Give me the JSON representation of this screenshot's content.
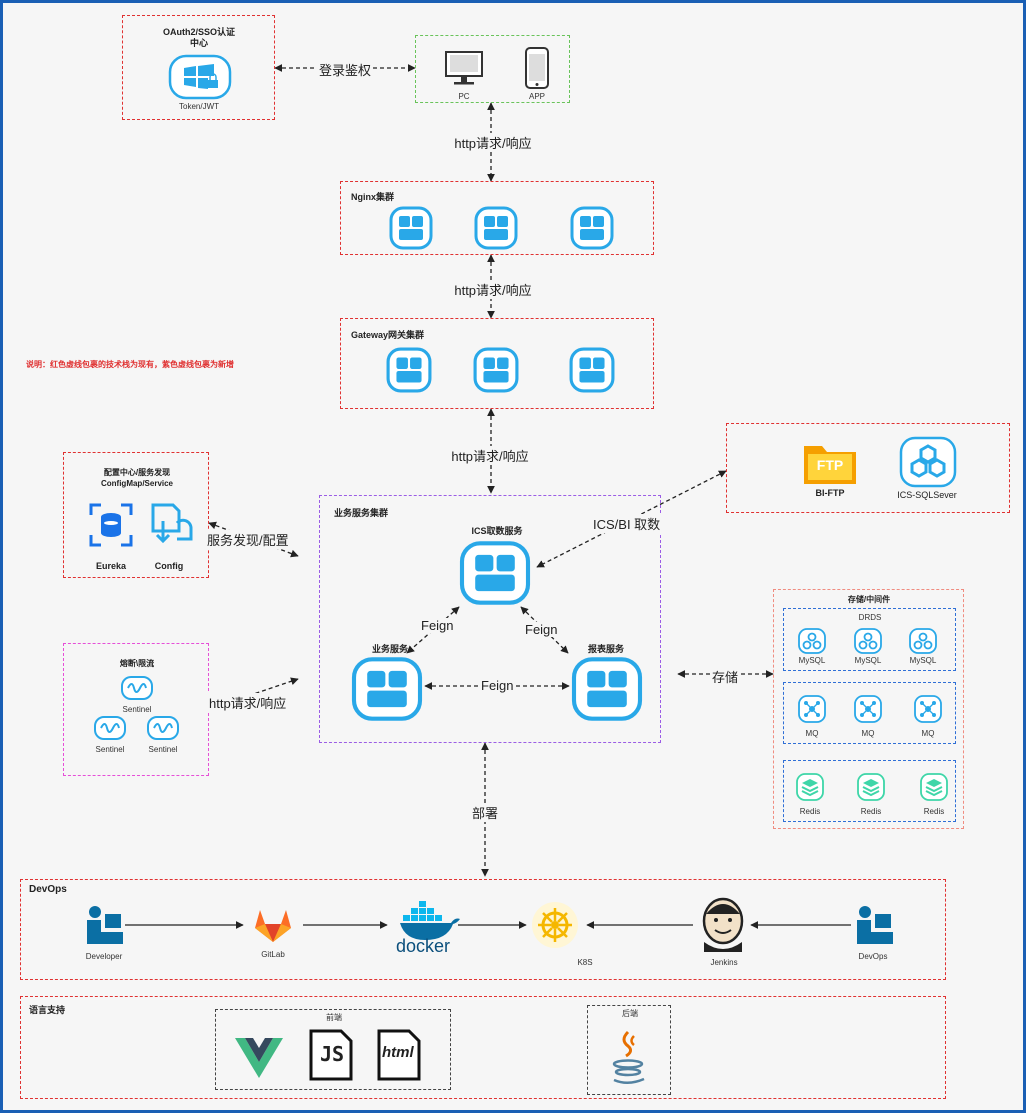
{
  "oauth": {
    "title": "OAuth2/SSO认证\n中心",
    "title_l1": "OAuth2/SSO认证",
    "title_l2": "中心",
    "caption": "Token/JWT"
  },
  "clients": {
    "pc": "PC",
    "app": "APP"
  },
  "edges": {
    "login_auth": "登录鉴权",
    "http1": "http请求/响应",
    "http2": "http请求/响应",
    "http3": "http请求/响应",
    "service_discovery": "服务发现/配置",
    "http_circuit": "http请求/响应",
    "ics_bi": "ICS/BI 取数",
    "feign_left": "Feign",
    "feign_right": "Feign",
    "feign_bottom": "Feign",
    "storage": "存储",
    "deploy": "部署"
  },
  "nginx": {
    "title": "Nginx集群"
  },
  "gateway": {
    "title": "Gateway网关集群"
  },
  "note": "说明：红色虚线包裹的技术栈为现有，紫色虚线包裹为新增",
  "config_center": {
    "title_l1": "配置中心/服务发现",
    "title_l2": "ConfigMap/Service",
    "eureka": "Eureka",
    "config": "Config"
  },
  "circuit": {
    "title": "熔断\\限流",
    "s1": "Sentinel",
    "s2": "Sentinel",
    "s3": "Sentinel"
  },
  "business": {
    "title": "业务服务集群",
    "ics": "ICS取数服务",
    "biz": "业务服务",
    "report": "报表服务"
  },
  "external": {
    "ftp_text": "FTP",
    "ftp": "BI-FTP",
    "sql": "ICS-SQLSever"
  },
  "storage": {
    "title": "存储/中间件",
    "drds": "DRDS",
    "mysql": [
      "MySQL",
      "MySQL",
      "MySQL"
    ],
    "mq": [
      "MQ",
      "MQ",
      "MQ"
    ],
    "redis": [
      "Redis",
      "Redis",
      "Redis"
    ]
  },
  "devops": {
    "title": "DevOps",
    "developer": "Developer",
    "gitlab": "GitLab",
    "docker": "docker",
    "k8s": "K8S",
    "jenkins": "Jenkins",
    "devops_user": "DevOps"
  },
  "lang": {
    "title": "语言支持",
    "frontend": "前端",
    "backend": "后端",
    "js": "JS",
    "html": "html"
  },
  "colors": {
    "red": "#e03131",
    "purple": "#9b5de5",
    "blue_icon": "#29a8e8",
    "accent": "#1a5fb4"
  }
}
